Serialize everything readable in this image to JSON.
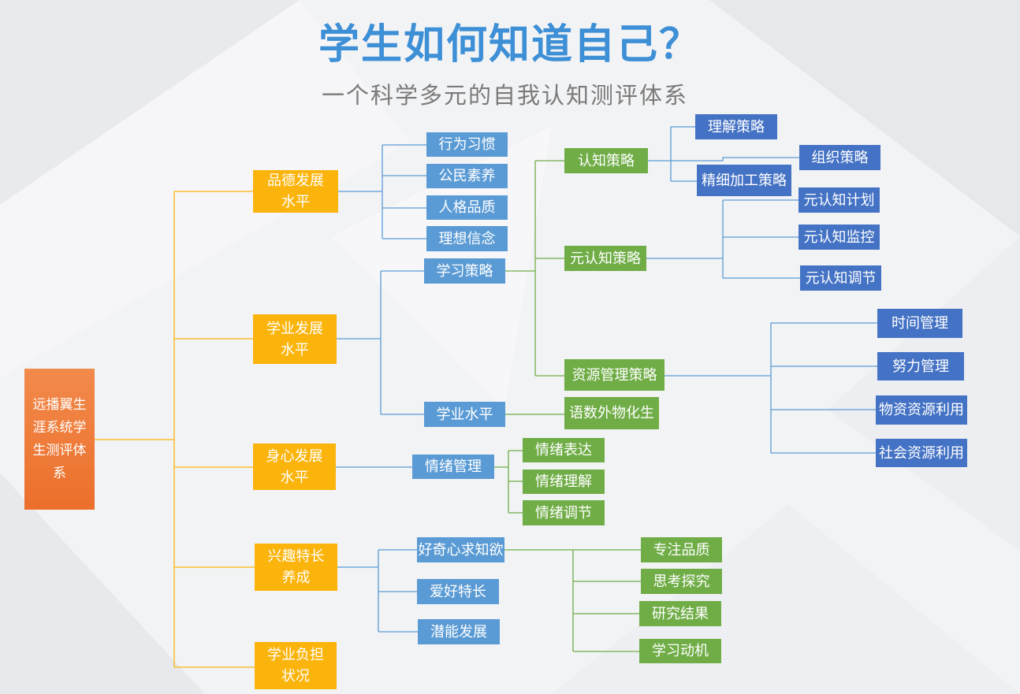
{
  "header": {
    "title": "学生如何知道自己？",
    "subtitle": "一个科学多元的自我认知测评体系"
  },
  "root": "远播翼生涯系统学生测评体系",
  "branches": {
    "moral": {
      "label": "品德发展水平",
      "items": [
        "行为习惯",
        "公民素养",
        "人格品质",
        "理想信念"
      ]
    },
    "academic": {
      "label": "学业发展水平",
      "learning_strategy": {
        "label": "学习策略",
        "cognitive": {
          "label": "认知策略",
          "items": [
            "理解策略",
            "组织策略",
            "精细加工策略"
          ]
        },
        "metacognitive": {
          "label": "元认知策略",
          "items": [
            "元认知计划",
            "元认知监控",
            "元认知调节"
          ]
        },
        "resource": {
          "label": "资源管理策略",
          "items": [
            "时间管理",
            "努力管理",
            "物资资源利用",
            "社会资源利用"
          ]
        }
      },
      "level": {
        "label": "学业水平",
        "items": [
          "语数外物化生"
        ]
      }
    },
    "physical": {
      "label": "身心发展水平",
      "emotion": {
        "label": "情绪管理",
        "items": [
          "情绪表达",
          "情绪理解",
          "情绪调节"
        ]
      }
    },
    "interest": {
      "label": "兴趣特长养成",
      "curiosity": {
        "label": "好奇心求知欲",
        "items": [
          "专注品质",
          "思考探究",
          "研究结果",
          "学习动机"
        ]
      },
      "hobby": "爱好特长",
      "potential": "潜能发展"
    },
    "burden": {
      "label": "学业负担状况"
    }
  },
  "colors": {
    "title": "#3d8fd6",
    "subtitle": "#7a7a7a",
    "root": "#ee7a35",
    "level1": "#fbb40b",
    "level2_sky": "#5b9bd5",
    "level3_green": "#70ad47",
    "level4_navy": "#4472c4",
    "connector_yellow": "#fbb40b",
    "connector_blue": "#5b9bd5",
    "connector_green": "#70ad47"
  }
}
